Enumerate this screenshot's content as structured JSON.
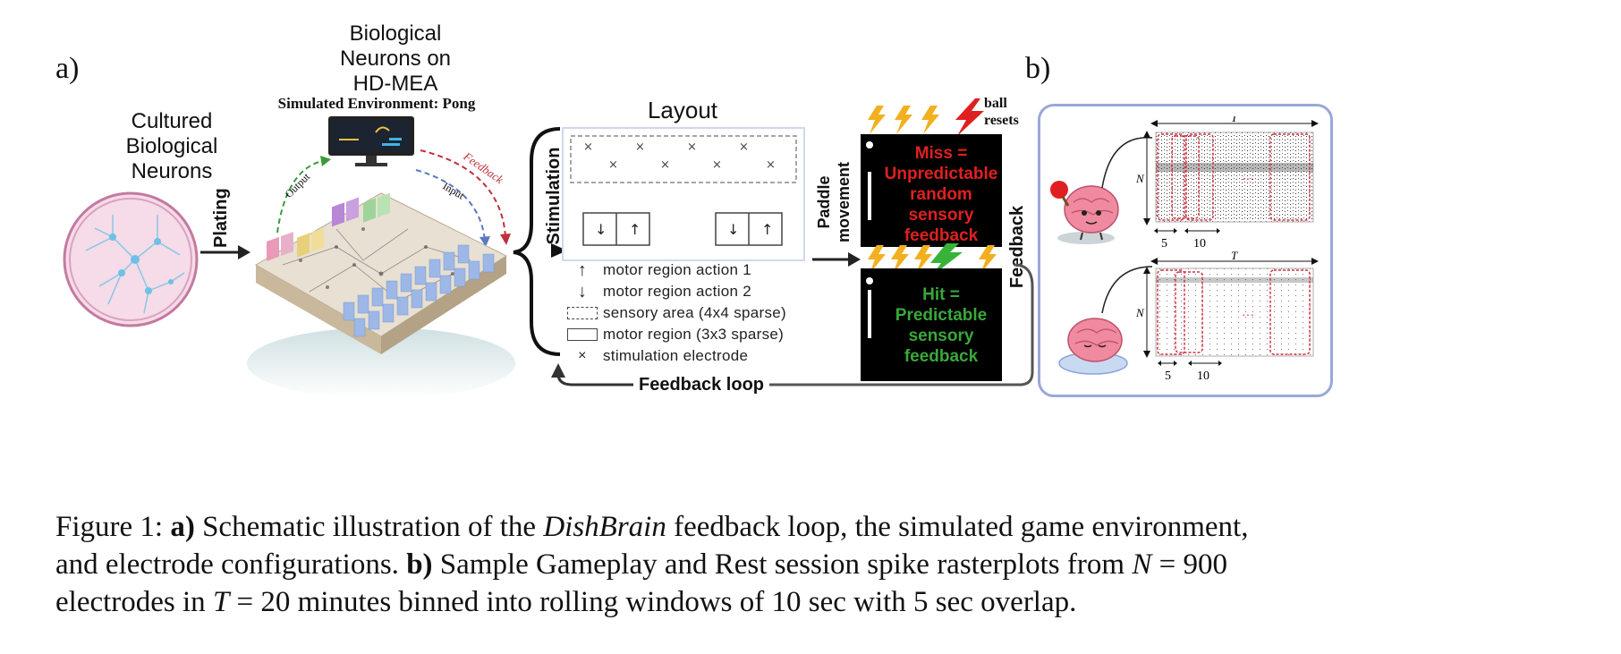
{
  "panel_a": {
    "letter": "a)",
    "cultured": [
      "Cultured",
      "Biological",
      "Neurons"
    ],
    "plating": "Plating",
    "bio_neurons": [
      "Biological",
      "Neurons on",
      "HD-MEA"
    ],
    "sim_env": "Simulated Environment: Pong",
    "output": "Output",
    "input": "Input",
    "feedback_arrow": "Feedback",
    "stimulation": "Stimulation",
    "layout_title": "Layout",
    "legend": [
      {
        "symbol": "arrow-up",
        "text": "motor region action 1"
      },
      {
        "symbol": "arrow-down",
        "text": "motor region action 2"
      },
      {
        "symbol": "dashed-box",
        "text": "sensory area (4x4 sparse)"
      },
      {
        "symbol": "solid-box",
        "text": "motor region (3x3 sparse)"
      },
      {
        "symbol": "cross",
        "text": "stimulation electrode"
      }
    ],
    "paddle_movement": [
      "Paddle",
      "movement"
    ],
    "ball_resets": [
      "ball",
      "resets"
    ],
    "miss_text": [
      "Miss =",
      "Unpredictable",
      "random",
      "sensory",
      "feedback"
    ],
    "hit_text": [
      "Hit =",
      "Predictable",
      "sensory",
      "feedback"
    ],
    "feedback_side": "Feedback",
    "feedback_loop": "Feedback loop"
  },
  "panel_b": {
    "letter": "b)",
    "T": "T",
    "N": "N",
    "five": "5",
    "ten": "10",
    "dots": "···"
  },
  "caption": {
    "fig": "Figure 1:",
    "a": "a)",
    "t1": "Schematic illustration of the",
    "dish": "DishBrain",
    "t2": "feedback loop, the simulated game environment,",
    "t3": "and electrode configurations.",
    "b": "b)",
    "t4": "Sample Gameplay and Rest session spike rasterplots from",
    "N": "N",
    "eq900": "= 900",
    "t5": "electrodes in",
    "T": "T",
    "eq20": "= 20",
    "t6": "minutes binned into rolling windows of 10 sec with 5 sec overlap."
  },
  "colors": {
    "red": "#e02020",
    "green": "#3aa83a",
    "panel_border": "#9aa8d8",
    "raster_red": "#d33040"
  }
}
